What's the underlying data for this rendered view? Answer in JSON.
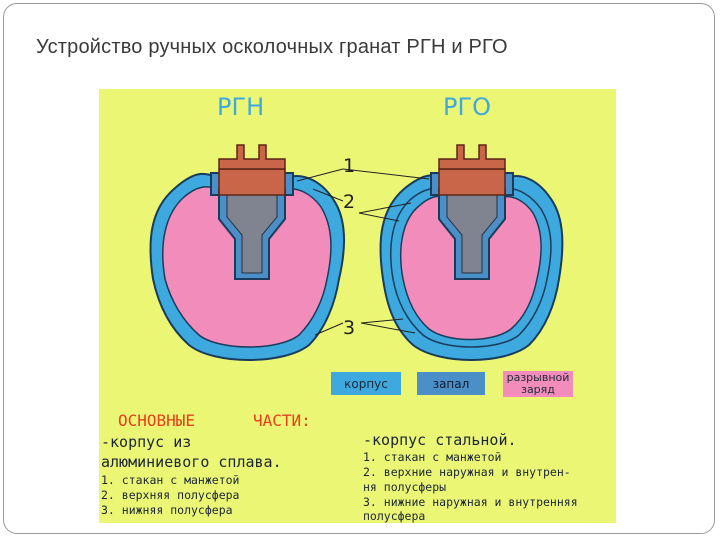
{
  "slide": {
    "title": "Устройство ручных осколочных гранат РГН и РГО"
  },
  "diagram": {
    "label_left": "РГН",
    "label_right": "РГО",
    "numbers": [
      "1",
      "2",
      "3"
    ],
    "legend": {
      "corpus": "корпус",
      "fuse": "запал",
      "charge_line1": "разрывной",
      "charge_line2": "заряд"
    },
    "colors": {
      "background": "#ecf675",
      "corpus": "#3da9df",
      "fuse": "#4b8fc8",
      "charge": "#f28dbb",
      "cap": "#c9664a",
      "heading": "#e8401c"
    }
  },
  "parts": {
    "heading_left": "ОСНОВНЫЕ",
    "heading_right": "ЧАСТИ:",
    "left": {
      "line1": "-корпус  из",
      "line2": "алюминиевого сплава.",
      "items": [
        "1. стакан  с манжетой",
        "2. верхняя  полусфера",
        "3. нижняя  полусфера"
      ]
    },
    "right": {
      "line1": "-корпус  стальной.",
      "items": [
        "1. стакан  с манжетой",
        "2. верхние наружная и внутрен-",
        "ня полусферы",
        "3. нижние наружная и внутренняя",
        "полусфера"
      ]
    }
  }
}
